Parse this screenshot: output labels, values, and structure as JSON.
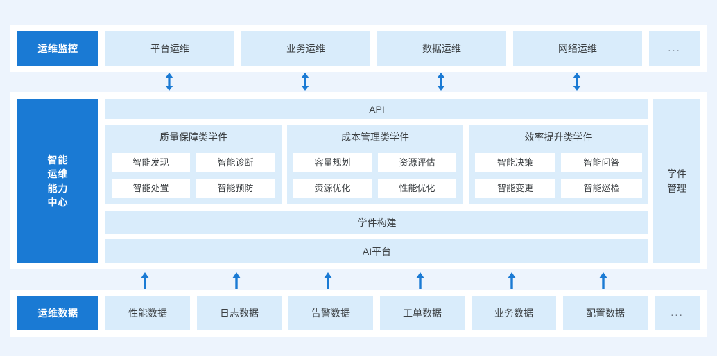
{
  "colors": {
    "page_background": "#edf4fd",
    "panel_background": "#ffffff",
    "accent_blue": "#1a7ad4",
    "light_blue": "#d9ecfb",
    "group_blue": "#dbedfb",
    "text": "#3c4043"
  },
  "top_layer": {
    "name": "运维监控层",
    "header": {
      "label": "运维监控"
    },
    "items": [
      {
        "label": "平台运维"
      },
      {
        "label": "业务运维"
      },
      {
        "label": "数据运维"
      },
      {
        "label": "网络运维"
      },
      {
        "label": "..."
      }
    ]
  },
  "top_connectors": {
    "icon": "double-headed-vertical-arrow-icon",
    "count": 4
  },
  "middle_layer": {
    "name": "智能运维能力中心层",
    "left_label": {
      "lines": [
        "智能",
        "运维",
        "能力",
        "中心"
      ]
    },
    "right_label": {
      "lines": [
        "学件",
        "管理"
      ]
    },
    "api_band": {
      "label": "API"
    },
    "groups": [
      {
        "title": "质量保障类学件",
        "cards": [
          "智能发现",
          "智能诊断",
          "智能处置",
          "智能预防"
        ]
      },
      {
        "title": "成本管理类学件",
        "cards": [
          "容量规划",
          "资源评估",
          "资源优化",
          "性能优化"
        ]
      },
      {
        "title": "效率提升类学件",
        "cards": [
          "智能决策",
          "智能问答",
          "智能变更",
          "智能巡检"
        ]
      }
    ],
    "build_band": {
      "label": "学件构建"
    },
    "platform_band": {
      "label": "AI平台"
    }
  },
  "bottom_connectors": {
    "icon": "up-arrow-icon",
    "count": 6
  },
  "bottom_layer": {
    "name": "运维数据层",
    "header": {
      "label": "运维数据"
    },
    "items": [
      {
        "label": "性能数据"
      },
      {
        "label": "日志数据"
      },
      {
        "label": "告警数据"
      },
      {
        "label": "工单数据"
      },
      {
        "label": "业务数据"
      },
      {
        "label": "配置数据"
      },
      {
        "label": "..."
      }
    ]
  }
}
